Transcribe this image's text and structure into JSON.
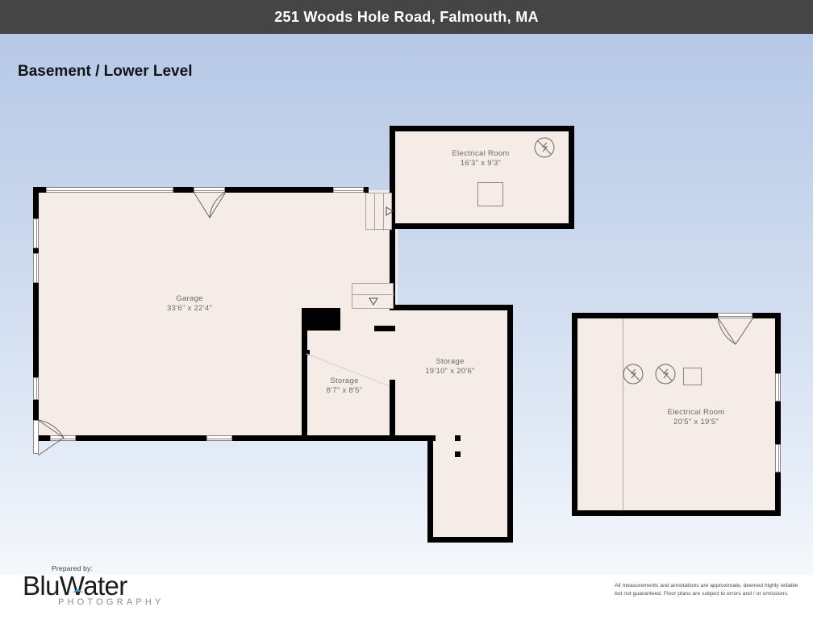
{
  "header": {
    "title": "251 Woods Hole Road, Falmouth, MA"
  },
  "level": {
    "title": "Basement / Lower Level"
  },
  "rooms": [
    {
      "name": "Electrical Room",
      "dimensions": "16'3\" x 9'3\""
    },
    {
      "name": "Garage",
      "dimensions": "33'6\" x 22'4\""
    },
    {
      "name": "Storage",
      "dimensions": "8'7\" x 8'5\""
    },
    {
      "name": "Storage",
      "dimensions": "19'10\" x 20'6\""
    },
    {
      "name": "Electrical Room",
      "dimensions": "20'5\" x 19'5\""
    }
  ],
  "icons": {
    "electrical": "electrical-panel-icon",
    "panel_box": "panel-box-icon",
    "door": "door-swing-icon",
    "window": "window-icon",
    "stairs": "stairs-icon"
  },
  "footer": {
    "prepared_by": "Prepared by:",
    "logo_primary": "Blu",
    "logo_secondary": "Water",
    "logo_sub": "PHOTOGRAPHY",
    "disclaimer": "All measurements and annotations are approximate, deemed highly reliable but not guaranteed. Floor plans are subject to errors and / or omissions."
  },
  "colors": {
    "header_bg": "#454545",
    "floor_fill": "#f6ece7",
    "wall": "#000000",
    "label_text": "#6d6762",
    "bg_top": "#b6c9e8",
    "bg_bottom": "#fbfdff",
    "logo_accent": "#2f9fd6"
  }
}
